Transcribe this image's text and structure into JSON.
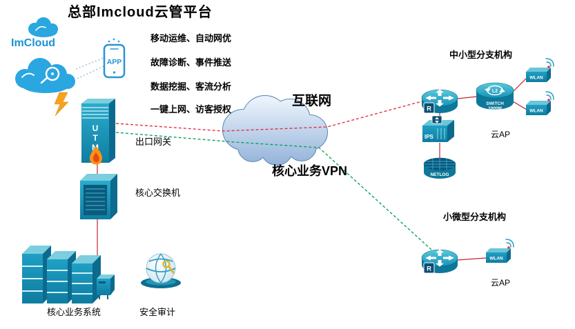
{
  "title": "总部Imcloud云管平台",
  "platform": {
    "imcloud_label": "ImCloud",
    "app_label": "APP"
  },
  "features": [
    "移动运维、自动网优",
    "故障诊断、事件推送",
    "数据挖掘、客流分析",
    "一键上网、访客授权"
  ],
  "hq": {
    "utm_label": "UTM",
    "gateway_caption": "出口网关",
    "switch_caption": "核心交换机",
    "servers_caption": "核心业务系统",
    "audit_caption": "安全审计"
  },
  "internet": {
    "label": "互联网",
    "vpn_label": "核心业务VPN"
  },
  "branch_medium": {
    "title": "中小型分支机构",
    "router_badge": "R",
    "switch_badge": "L2",
    "switch_word1": "SWITCH",
    "switch_word2": "1000M",
    "wlan_label": "WLAN",
    "ips_label": "IPS",
    "netlog_label": "NETLOG",
    "ap_caption": "云AP"
  },
  "branch_micro": {
    "title": "小微型分支机构",
    "router_badge": "R",
    "wlan_label": "WLAN",
    "ap_caption": "云AP"
  },
  "colors": {
    "device_teal": "#1795bd",
    "link_red": "#e03048",
    "vpn_green": "#0ca35c",
    "cloud_blue": "#29a6e0"
  }
}
